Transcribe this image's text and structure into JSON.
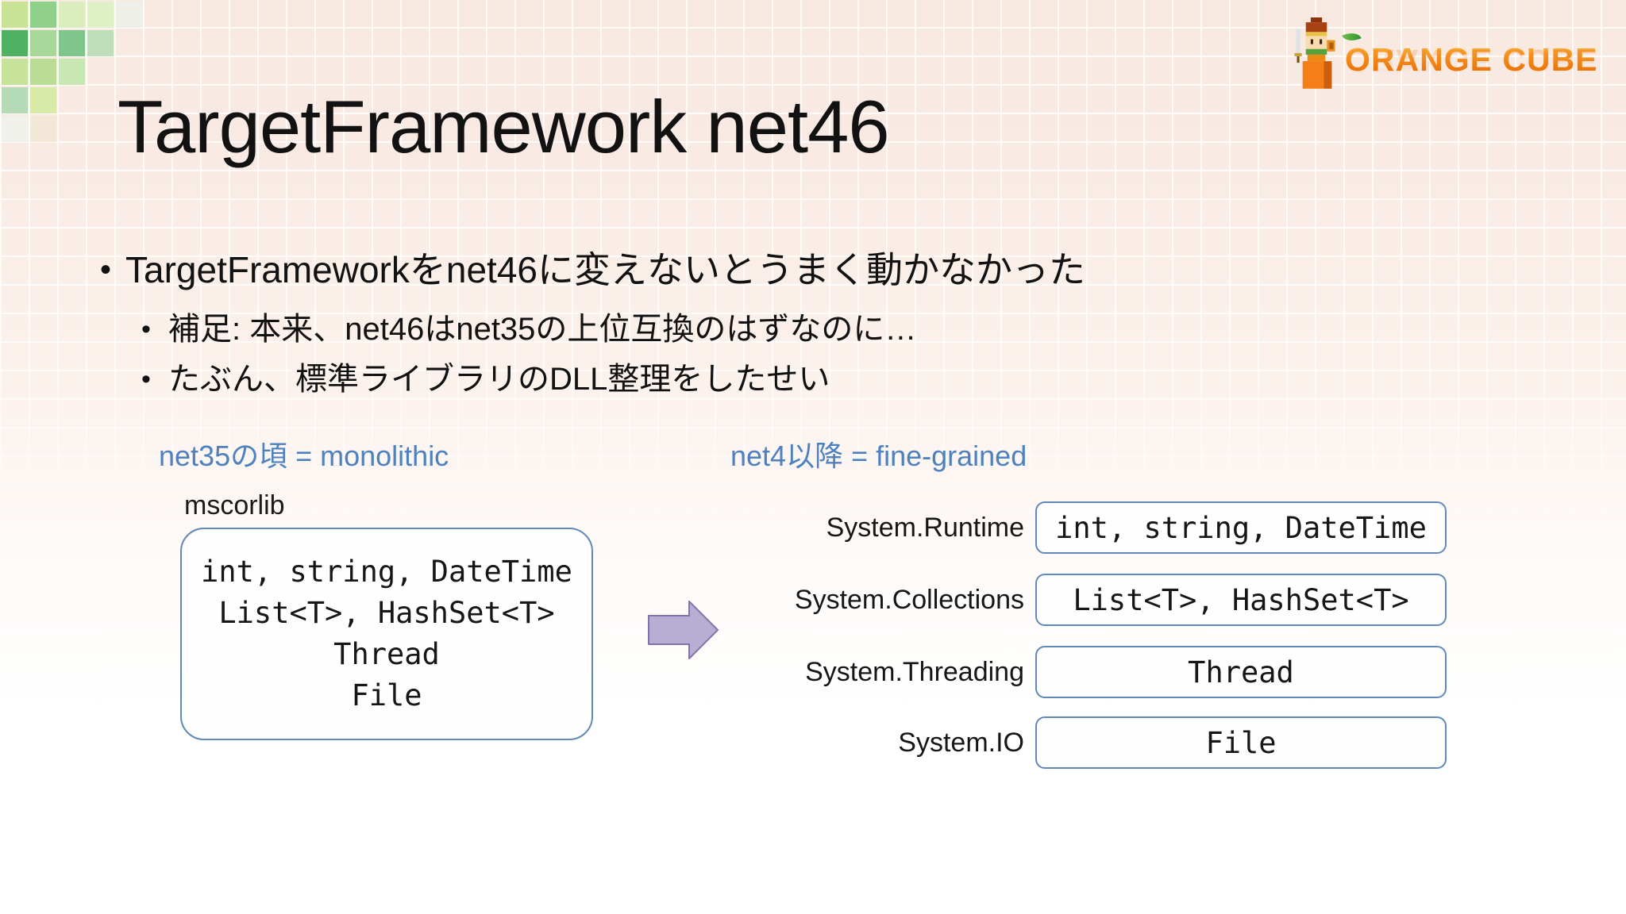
{
  "title": "TargetFramework net46",
  "logo": {
    "text": "ORANGE CUBE"
  },
  "bullets": {
    "marker": "•",
    "main": "TargetFrameworkをnet46に変えないとうまく動かなかった",
    "subs": [
      "補足: 本来、net46はnet35の上位互換のはずなのに…",
      "たぶん、標準ライブラリのDLL整理をしたせい"
    ]
  },
  "diagram": {
    "left": {
      "heading": "net35の頃 = monolithic",
      "box_label": "mscorlib",
      "box_lines": [
        "int, string, DateTime",
        "List<T>, HashSet<T>",
        "Thread",
        "File"
      ]
    },
    "arrow_icon": "right-block-arrow",
    "right": {
      "heading": "net4以降 = fine-grained",
      "rows": [
        {
          "label": "System.Runtime",
          "content": "int, string, DateTime"
        },
        {
          "label": "System.Collections",
          "content": "List<T>, HashSet<T>"
        },
        {
          "label": "System.Threading",
          "content": "Thread"
        },
        {
          "label": "System.IO",
          "content": "File"
        }
      ]
    }
  },
  "theme": {
    "accent_blue": "#4e81bd",
    "box_border": "#6288ba",
    "arrow_fill": "#b6aed3",
    "arrow_border": "#8173ab",
    "logo_orange_light": "#fbb03b",
    "logo_orange_dark": "#e86a00",
    "text_color": "#121212"
  },
  "decor": {
    "mosaic_cells": [
      {
        "c": 0,
        "r": 0,
        "color": "#c8e396"
      },
      {
        "c": 1,
        "r": 0,
        "color": "#8fd08a"
      },
      {
        "c": 2,
        "r": 0,
        "color": "#dcedbd"
      },
      {
        "c": 3,
        "r": 0,
        "color": "#e0f0c6"
      },
      {
        "c": 4,
        "r": 0,
        "color": "#efefe9"
      },
      {
        "c": 0,
        "r": 1,
        "color": "#4fb162"
      },
      {
        "c": 1,
        "r": 1,
        "color": "#a8d79a"
      },
      {
        "c": 2,
        "r": 1,
        "color": "#80c68c"
      },
      {
        "c": 3,
        "r": 1,
        "color": "#bfdfba"
      },
      {
        "c": 0,
        "r": 2,
        "color": "#c6e29b"
      },
      {
        "c": 1,
        "r": 2,
        "color": "#badd95"
      },
      {
        "c": 2,
        "r": 2,
        "color": "#c9e7b2"
      },
      {
        "c": 0,
        "r": 3,
        "color": "#b5dab6"
      },
      {
        "c": 1,
        "r": 3,
        "color": "#d8eaa8"
      },
      {
        "c": 0,
        "r": 4,
        "color": "#f1f1eb"
      },
      {
        "c": 1,
        "r": 4,
        "color": "#f3e8d8"
      }
    ]
  }
}
